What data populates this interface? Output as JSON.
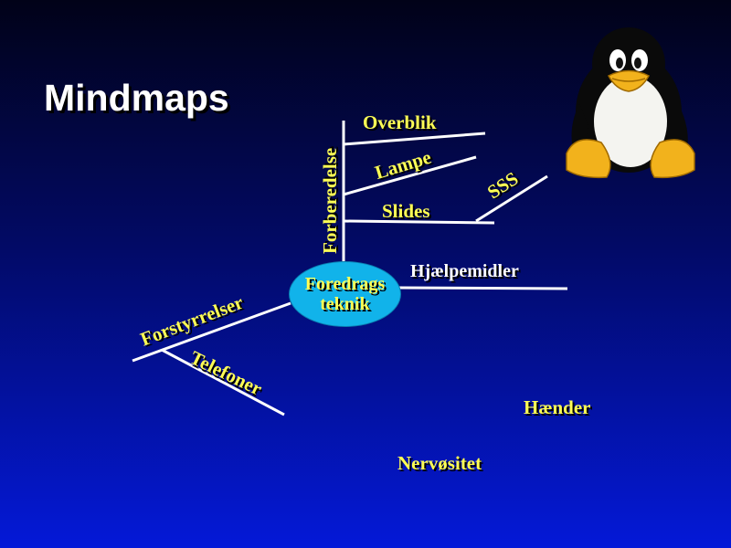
{
  "slide": {
    "title": "Mindmaps",
    "center": {
      "line1": "Foredrags",
      "line2": "teknik"
    },
    "branches": {
      "forberedelse": "Forberedelse",
      "overblik": "Overblik",
      "lampe": "Lampe",
      "slides": "Slides",
      "sss": "SSS",
      "hjaelpemidler": "Hjælpemidler",
      "forstyrrelser": "Forstyrrelser",
      "telefoner": "Telefoner",
      "haender": "Hænder",
      "nervositet": "Nervøsitet"
    }
  },
  "colors": {
    "label": "#ffff55",
    "label_alt": "#ffffff",
    "line": "#ffffff",
    "center_fill": "#11b3ea",
    "background_top": "#010218",
    "background_bottom": "#0419d8"
  },
  "icons": {
    "mascot": "penguin-icon"
  }
}
